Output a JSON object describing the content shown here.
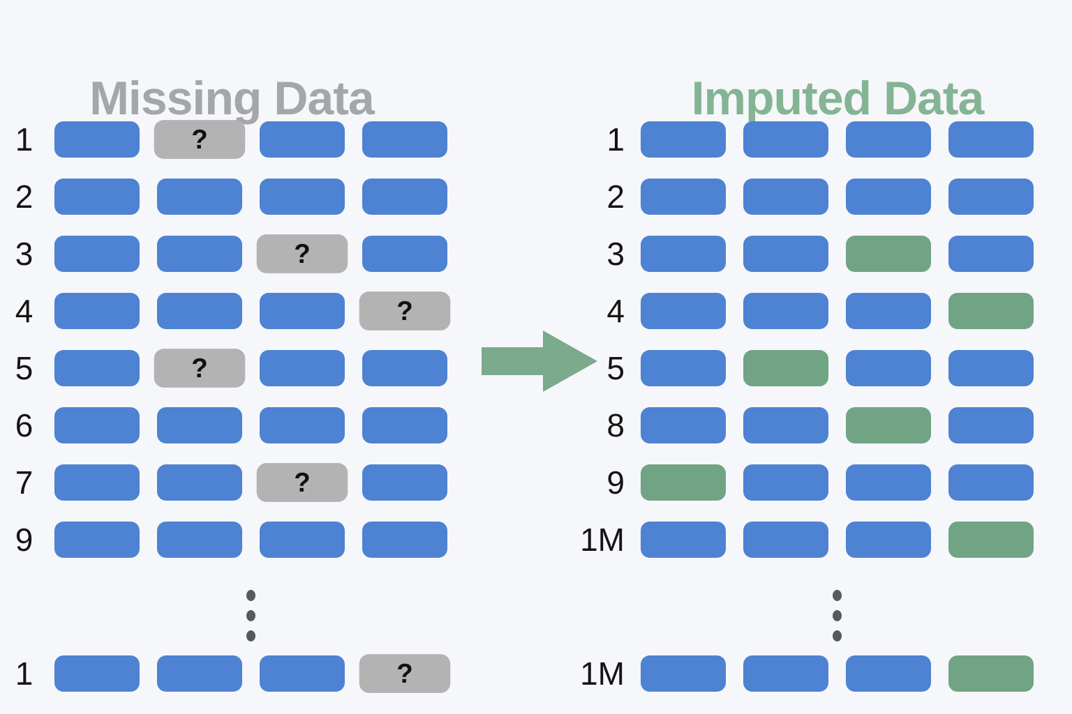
{
  "background_color": "#f6f7fa",
  "colors": {
    "cell_blue": "#4e82d2",
    "cell_missing_gray": "#b3b3b3",
    "cell_imputed_green": "#71a385",
    "title_gray": "#a4a6a9",
    "title_green": "#85b494",
    "arrow_green": "#7caa8c",
    "row_label": "#141414",
    "dots_gray": "#58595b",
    "question_mark": "#111111"
  },
  "glyphs": {
    "missing_value": "?"
  },
  "left_panel": {
    "title": "Missing Data",
    "rows": [
      {
        "label": "1",
        "cells": [
          "blue",
          "missing",
          "blue",
          "blue"
        ]
      },
      {
        "label": "2",
        "cells": [
          "blue",
          "blue",
          "blue",
          "blue"
        ]
      },
      {
        "label": "3",
        "cells": [
          "blue",
          "blue",
          "missing",
          "blue"
        ]
      },
      {
        "label": "4",
        "cells": [
          "blue",
          "blue",
          "blue",
          "missing"
        ]
      },
      {
        "label": "5",
        "cells": [
          "blue",
          "missing",
          "blue",
          "blue"
        ]
      },
      {
        "label": "6",
        "cells": [
          "blue",
          "blue",
          "blue",
          "blue"
        ]
      },
      {
        "label": "7",
        "cells": [
          "blue",
          "blue",
          "missing",
          "blue"
        ]
      },
      {
        "label": "9",
        "cells": [
          "blue",
          "blue",
          "blue",
          "blue"
        ]
      }
    ],
    "ellipsis_dot_count": 3,
    "bottom_row": {
      "label": "1",
      "cells": [
        "blue",
        "blue",
        "blue",
        "missing"
      ]
    }
  },
  "right_panel": {
    "title": "Imputed Data",
    "rows": [
      {
        "label": "1",
        "cells": [
          "blue",
          "blue",
          "blue",
          "blue"
        ]
      },
      {
        "label": "2",
        "cells": [
          "blue",
          "blue",
          "blue",
          "blue"
        ]
      },
      {
        "label": "3",
        "cells": [
          "blue",
          "blue",
          "imputed",
          "blue"
        ]
      },
      {
        "label": "4",
        "cells": [
          "blue",
          "blue",
          "blue",
          "imputed"
        ]
      },
      {
        "label": "5",
        "cells": [
          "blue",
          "imputed",
          "blue",
          "blue"
        ]
      },
      {
        "label": "8",
        "cells": [
          "blue",
          "blue",
          "imputed",
          "blue"
        ]
      },
      {
        "label": "9",
        "cells": [
          "imputed",
          "blue",
          "blue",
          "blue"
        ]
      },
      {
        "label": "1M",
        "cells": [
          "blue",
          "blue",
          "blue",
          "imputed"
        ]
      }
    ],
    "ellipsis_dot_count": 3,
    "bottom_row": {
      "label": "1M",
      "cells": [
        "blue",
        "blue",
        "blue",
        "imputed"
      ]
    }
  },
  "arrow": {
    "direction": "right"
  }
}
